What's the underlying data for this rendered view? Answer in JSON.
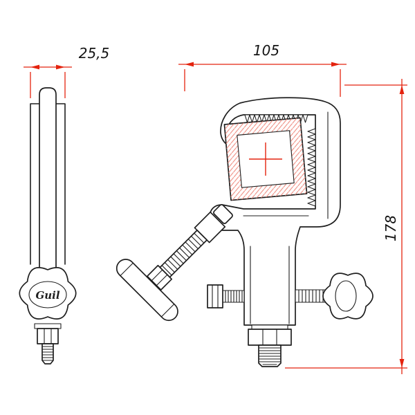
{
  "drawing": {
    "brand": "Guil",
    "dimensions": {
      "width_side": "25,5",
      "width_front": "105",
      "height_front": "178"
    },
    "colors": {
      "background": "#ffffff",
      "line": "#1e1e1e",
      "dimension": "#e4230e",
      "hatch": "#ee8a7e",
      "text": "#141414"
    }
  }
}
